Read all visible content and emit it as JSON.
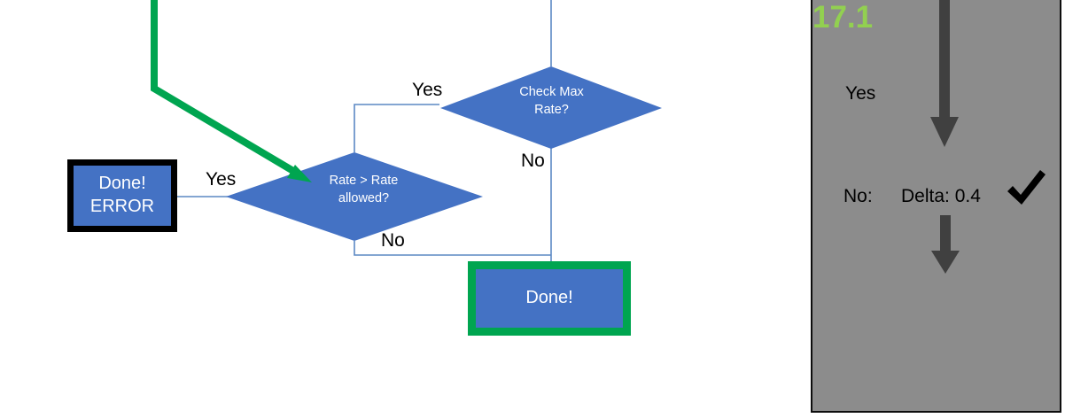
{
  "canvas": {
    "background": "#ffffff",
    "shape_fill": "#4472c4",
    "shape_text": "#ffffff",
    "green_accent": "#00a550",
    "connector_color": "#5b88c4",
    "black_outline": "#000000"
  },
  "flowchart": {
    "nodes": [
      {
        "id": "done-error",
        "type": "process",
        "lines": [
          "Done!",
          "ERROR"
        ],
        "line1": "Done!",
        "line2": "ERROR",
        "outline": "#000000"
      },
      {
        "id": "check-max-rate",
        "type": "decision",
        "label": "Check Max\nRate?"
      },
      {
        "id": "rate-gt-allowed",
        "type": "decision",
        "label": "Rate > Rate\nallowed?"
      },
      {
        "id": "done",
        "type": "process",
        "label": "Done!",
        "outline": "#00a550"
      }
    ],
    "edge_labels": {
      "yes_top": "Yes",
      "no_top": "No",
      "yes_left": "Yes",
      "no_bottom": "No"
    }
  },
  "right_panel": {
    "background": "#8c8c8c",
    "border_color": "#0d0d0d",
    "yes_label": "Yes",
    "no_label": "No:",
    "delta_label": "Delta: 0.4",
    "check_mark": "check-mark",
    "result_value": "17.1",
    "result_color": "#92d050",
    "arrow_color": "#404040"
  }
}
